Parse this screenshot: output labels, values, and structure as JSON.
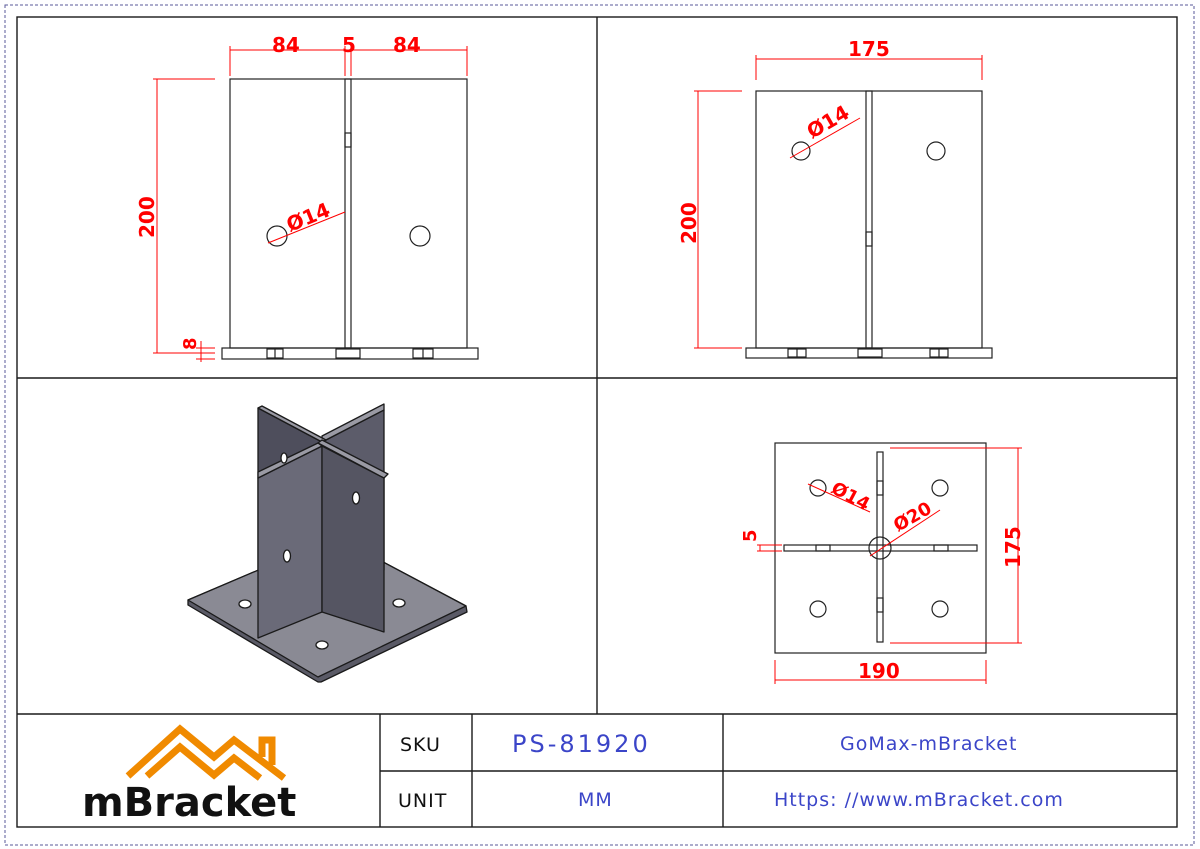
{
  "drawing": {
    "front_view": {
      "dim_left_plate": "84",
      "dim_gap": "5",
      "dim_right_plate": "84",
      "dim_height": "200",
      "dim_base": "8",
      "dim_hole": "Ø14"
    },
    "side_view": {
      "dim_width": "175",
      "dim_height": "200",
      "dim_hole": "Ø14"
    },
    "top_view": {
      "dim_hole_small": "Ø14",
      "dim_hole_center": "Ø20",
      "dim_fin": "5",
      "dim_depth": "175",
      "dim_width": "190"
    }
  },
  "title_block": {
    "logo_text": "mBracket",
    "sku_label": "SKU",
    "sku_value": "PS-81920",
    "unit_label": "UNIT",
    "unit_value": "MM",
    "brand": "GoMax-mBracket",
    "url": "Https: //www.mBracket.com"
  },
  "colors": {
    "dimension": "#ff0000",
    "title_value": "#3b45c8",
    "logo_accent": "#f08a00",
    "frame": "#1a1a1a",
    "plate_dark": "#4e4e5c",
    "plate_mid": "#676775",
    "plate_light": "#8a8a94"
  }
}
